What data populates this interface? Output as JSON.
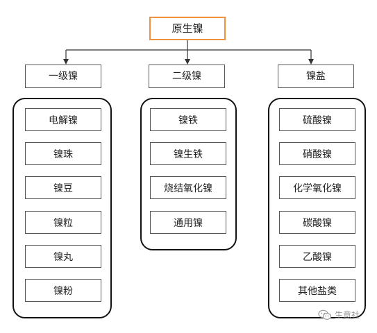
{
  "diagram": {
    "root": {
      "label": "原生镍"
    },
    "categories": [
      {
        "label": "一级镍",
        "items": [
          "电解镍",
          "镍珠",
          "镍豆",
          "镍粒",
          "镍丸",
          "镍粉"
        ]
      },
      {
        "label": "二级镍",
        "items": [
          "镍铁",
          "镍生铁",
          "烧结氧化镍",
          "通用镍"
        ]
      },
      {
        "label": "镍盐",
        "items": [
          "硫酸镍",
          "硝酸镍",
          "化学氧化镍",
          "碳酸镍",
          "乙酸镍",
          "其他盐类"
        ]
      }
    ]
  },
  "watermark": {
    "text": "生意社",
    "icon": "wechat-icon"
  },
  "colors": {
    "root_border": "#f0923c",
    "box_border": "#555555",
    "group_border": "#111111",
    "connector": "#333333"
  }
}
